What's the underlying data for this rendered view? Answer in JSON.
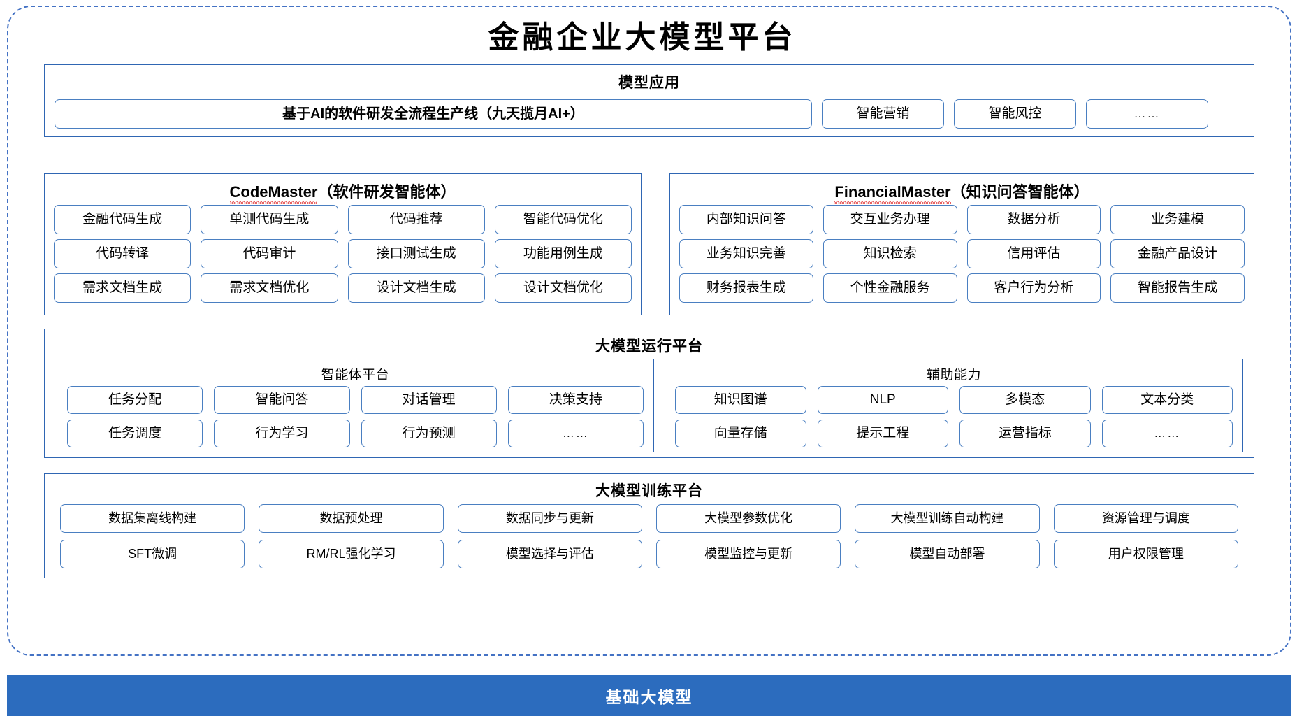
{
  "page": {
    "title": "金融企业大模型平台",
    "accent_blue": "#2c6cbe",
    "border_blue": "#4a7fc1",
    "frame_blue": "#4472c4"
  },
  "model_application": {
    "title": "模型应用",
    "items": [
      {
        "label": "基于AI的软件研发全流程生产线（九天揽月AI+）",
        "kind": "wide"
      },
      {
        "label": "智能营销",
        "kind": "small"
      },
      {
        "label": "智能风控",
        "kind": "small"
      },
      {
        "label": "……",
        "kind": "small"
      }
    ]
  },
  "code_master": {
    "latin": "CodeMaster",
    "suffix": "（软件研发智能体）",
    "items": [
      "金融代码生成",
      "单测代码生成",
      "代码推荐",
      "智能代码优化",
      "代码转译",
      "代码审计",
      "接口测试生成",
      "功能用例生成",
      "需求文档生成",
      "需求文档优化",
      "设计文档生成",
      "设计文档优化"
    ]
  },
  "financial_master": {
    "latin": "FinancialMaster",
    "suffix": "（知识问答智能体）",
    "items": [
      "内部知识问答",
      "交互业务办理",
      "数据分析",
      "业务建模",
      "业务知识完善",
      "知识检索",
      "信用评估",
      "金融产品设计",
      "财务报表生成",
      "个性金融服务",
      "客户行为分析",
      "智能报告生成"
    ]
  },
  "runtime_platform": {
    "title": "大模型运行平台",
    "agent_platform": {
      "title": "智能体平台",
      "items": [
        "任务分配",
        "智能问答",
        "对话管理",
        "决策支持",
        "任务调度",
        "行为学习",
        "行为预测",
        "……"
      ]
    },
    "assist_capability": {
      "title": "辅助能力",
      "items": [
        "知识图谱",
        "NLP",
        "多模态",
        "文本分类",
        "向量存储",
        "提示工程",
        "运营指标",
        "……"
      ]
    }
  },
  "training_platform": {
    "title": "大模型训练平台",
    "items": [
      "数据集离线构建",
      "数据预处理",
      "数据同步与更新",
      "大模型参数优化",
      "大模型训练自动构建",
      "资源管理与调度",
      "SFT微调",
      "RM/RL强化学习",
      "模型选择与评估",
      "模型监控与更新",
      "模型自动部署",
      "用户权限管理"
    ]
  },
  "base_model": {
    "label": "基础大模型"
  }
}
